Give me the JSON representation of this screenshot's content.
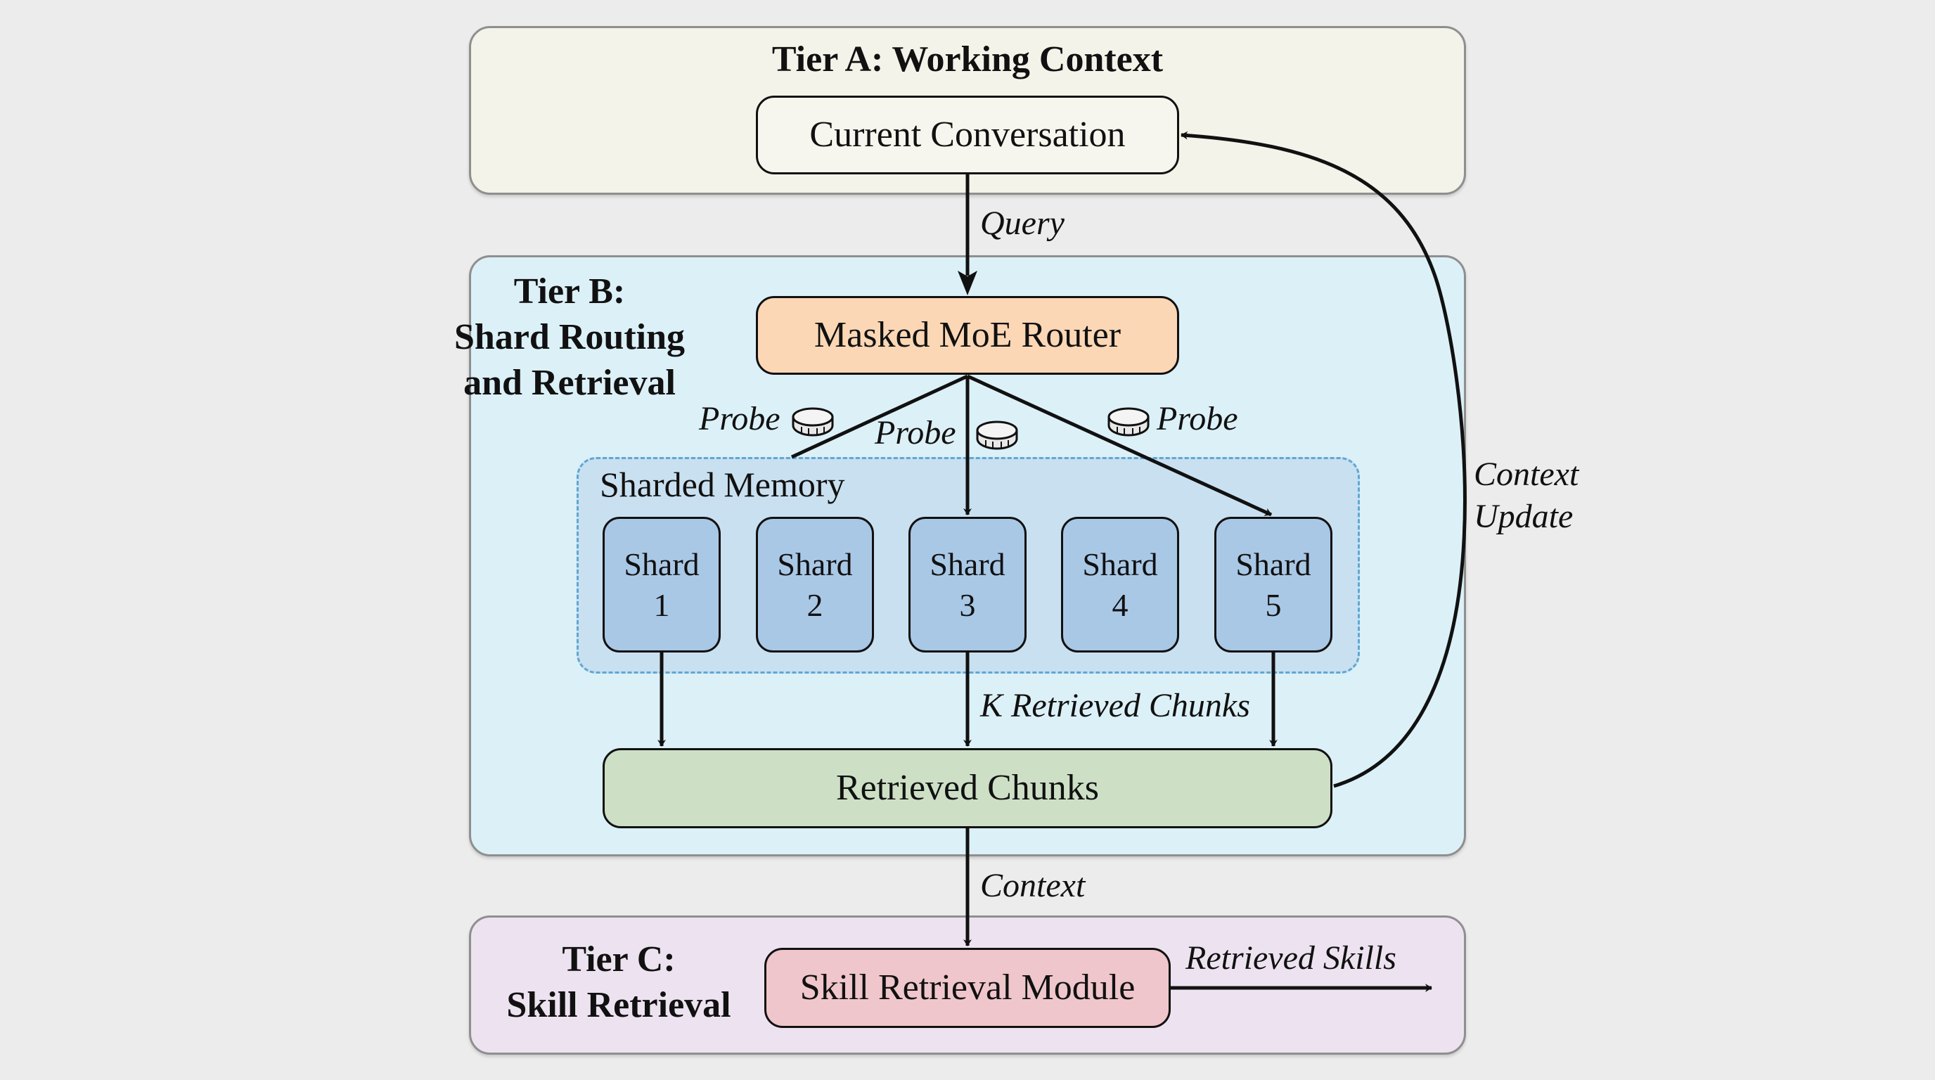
{
  "tier_a": {
    "title": "Tier A: Working Context",
    "current_conversation": "Current Conversation"
  },
  "tier_b": {
    "title_line1": "Tier B:",
    "title_line2": "Shard Routing",
    "title_line3": "and Retrieval",
    "router": "Masked MoE Router",
    "sharded_memory": "Sharded Memory",
    "shards": [
      {
        "label": "Shard",
        "number": "1"
      },
      {
        "label": "Shard",
        "number": "2"
      },
      {
        "label": "Shard",
        "number": "3"
      },
      {
        "label": "Shard",
        "number": "4"
      },
      {
        "label": "Shard",
        "number": "5"
      }
    ],
    "retrieved_chunks": "Retrieved Chunks"
  },
  "tier_c": {
    "title_line1": "Tier C:",
    "title_line2": "Skill Retrieval",
    "skill_module": "Skill Retrieval Module"
  },
  "edge_labels": {
    "query": "Query",
    "probe_left": "Probe",
    "probe_center": "Probe",
    "probe_right": "Probe",
    "k_retrieved_chunks": "K Retrieved Chunks",
    "context": "Context",
    "context_update_line1": "Context",
    "context_update_line2": "Update",
    "retrieved_skills": "Retrieved Skills"
  },
  "colors": {
    "tier_a_bg": "#f3f3e9",
    "tier_b_bg": "#dcf0f7",
    "tier_c_bg": "#ede3f0",
    "router_fill": "#fbd7b5",
    "shard_fill": "#a9c8e6",
    "chunks_fill": "#cde0c6",
    "skill_fill": "#efc6cb",
    "memory_dash": "#5fa7d4"
  }
}
